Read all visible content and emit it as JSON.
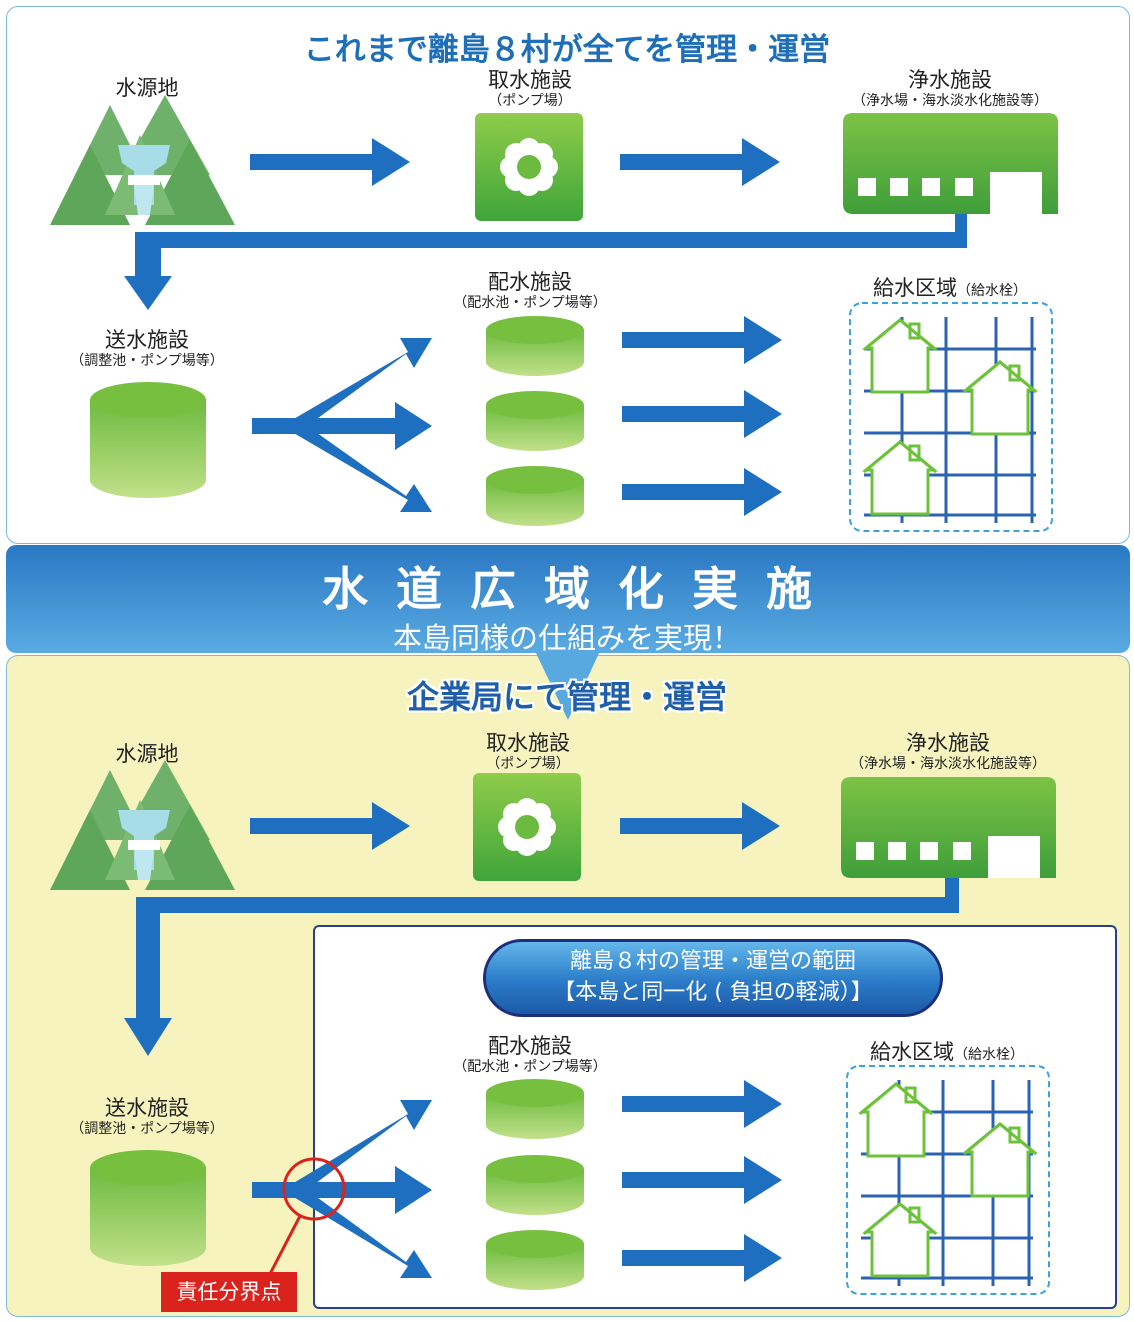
{
  "top": {
    "title": "これまで離島８村が全てを管理・運営",
    "source": "水源地",
    "intake": {
      "label": "取水施設",
      "sub": "（ポンプ場）"
    },
    "purification": {
      "label": "浄水施設",
      "sub": "（浄水場・海水淡水化施設等）"
    },
    "distribution": {
      "label": "配水施設",
      "sub": "（配水池・ポンプ場等）"
    },
    "transmission": {
      "label": "送水施設",
      "sub": "（調整池・ポンプ場等）"
    },
    "supply_area": {
      "label": "給水区域",
      "sub": "（給水栓）"
    }
  },
  "banner": {
    "title": "水道広域化実施",
    "subtitle": "本島同様の仕組みを実現！"
  },
  "bottom": {
    "title": "企業局にて管理・運営",
    "source": "水源地",
    "intake": {
      "label": "取水施設",
      "sub": "（ポンプ場）"
    },
    "purification": {
      "label": "浄水施設",
      "sub": "（浄水場・海水淡水化施設等）"
    },
    "scope_line1": "離島８村の管理・運営の範囲",
    "scope_line2": "【本島と同一化 ( 負担の軽減）】",
    "distribution": {
      "label": "配水施設",
      "sub": "（配水池・ポンプ場等）"
    },
    "transmission": {
      "label": "送水施設",
      "sub": "（調整池・ポンプ場等）"
    },
    "supply_area": {
      "label": "給水区域",
      "sub": "（給水栓）"
    },
    "boundary_label": "責任分界点"
  },
  "colors": {
    "arrow": "#1f6fc0",
    "green_dark": "#4daf3a",
    "green_light": "#9fd04e",
    "forest": "#6fb06a",
    "boundary_red": "#d9231c"
  },
  "icons": [
    "forest-dam-icon",
    "pump-flower-icon",
    "treatment-plant-icon",
    "cylinder-tank-icon",
    "house-icon"
  ]
}
